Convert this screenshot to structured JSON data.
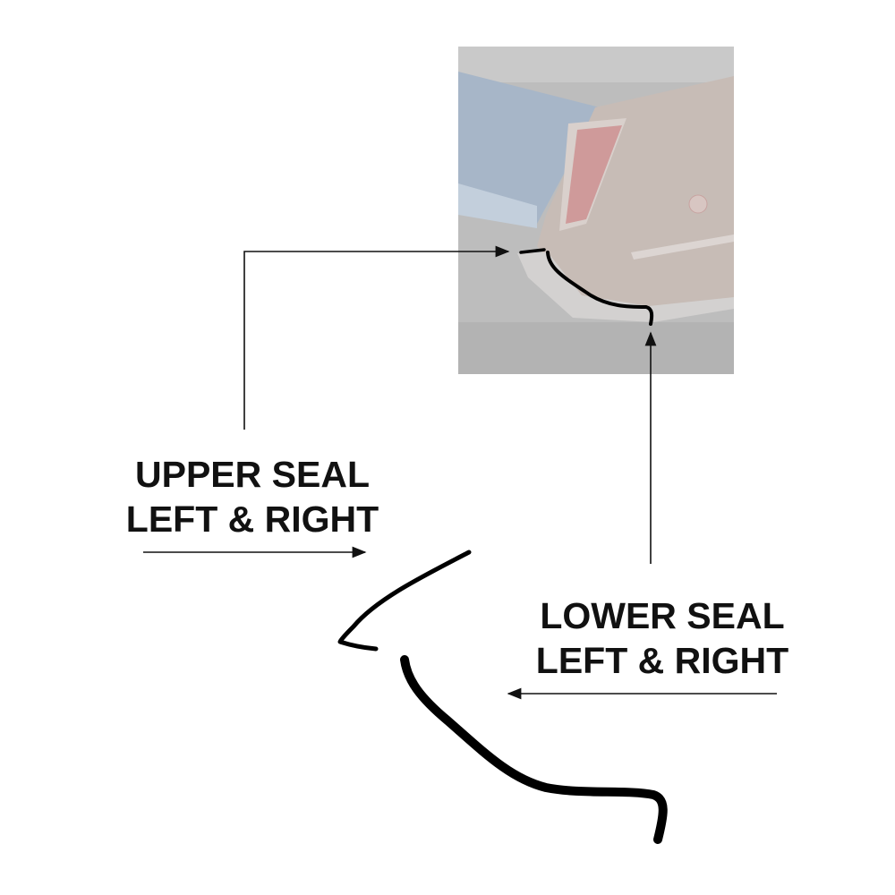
{
  "labels": {
    "upper": {
      "line1": "UPPER SEAL",
      "line2": "LEFT & RIGHT"
    },
    "lower": {
      "line1": "LOWER SEAL",
      "line2": "LEFT & RIGHT"
    }
  },
  "colors": {
    "text": "#111111",
    "seal": "#000000",
    "photo_bg": "#b9b9b9",
    "car_body": "#c2b6b0",
    "trunk": "#9fb0c4",
    "taillight": "#c98e8f"
  }
}
